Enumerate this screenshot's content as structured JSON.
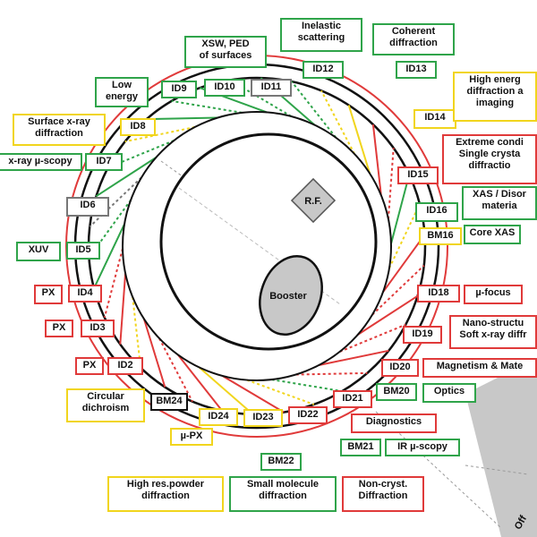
{
  "colors": {
    "red": "#e03a3a",
    "green": "#2fa44a",
    "yellow": "#f1d51d",
    "gray": "#777777",
    "dark": "#111111",
    "fill": "#c8c8c8"
  },
  "ring": {
    "center_label": "",
    "booster": "Booster",
    "rf": "R.F."
  },
  "beamlines": {
    "id2": "ID2",
    "id3": "ID3",
    "id4": "ID4",
    "id5": "ID5",
    "id6": "ID6",
    "id7": "ID7",
    "id8": "ID8",
    "id9": "ID9",
    "id10": "ID10",
    "id11": "ID11",
    "id12": "ID12",
    "id13": "ID13",
    "id14": "ID14",
    "id15": "ID15",
    "id16": "ID16",
    "bm16": "BM16",
    "id18": "ID18",
    "id19": "ID19",
    "id20": "ID20",
    "bm20": "BM20",
    "id21": "ID21",
    "bm21": "BM21",
    "id22": "ID22",
    "bm22": "BM22",
    "id23": "ID23",
    "id24": "ID24",
    "bm24": "BM24"
  },
  "topics": {
    "xsw_ped": "XSW, PED\nof surfaces",
    "inelastic": "Inelastic\nscattering",
    "coherent": "Coherent\ndiffraction",
    "low_energy": "Low\nenergy",
    "high_energy": "High energ\ndiffraction a\nimaging",
    "surface_xray": "Surface x-ray\ndiffraction",
    "extreme": "Extreme condi\nSingle crysta\ndiffractio",
    "xray_uscopy": "x-ray µ-scopy",
    "xas_disorder": "XAS / Disor\nmateria",
    "core_xas": "Core XAS",
    "xuv": "XUV",
    "px_a": "PX",
    "px_b": "PX",
    "px_c": "PX",
    "mu_focus": "µ-focus",
    "nano": "Nano-structu\nSoft x-ray diffr",
    "magnetism": "Magnetism & Mate",
    "circular": "Circular\ndichroism",
    "optics": "Optics",
    "diagnostics": "Diagnostics",
    "mu_px": "µ-PX",
    "ir_uscopy": "IR µ-scopy",
    "high_res_powder": "High res.powder\ndiffraction",
    "small_molecule": "Small molecule\ndiffraction",
    "non_cryst": "Non-cryst.\nDiffraction",
    "offsite": "Off"
  }
}
